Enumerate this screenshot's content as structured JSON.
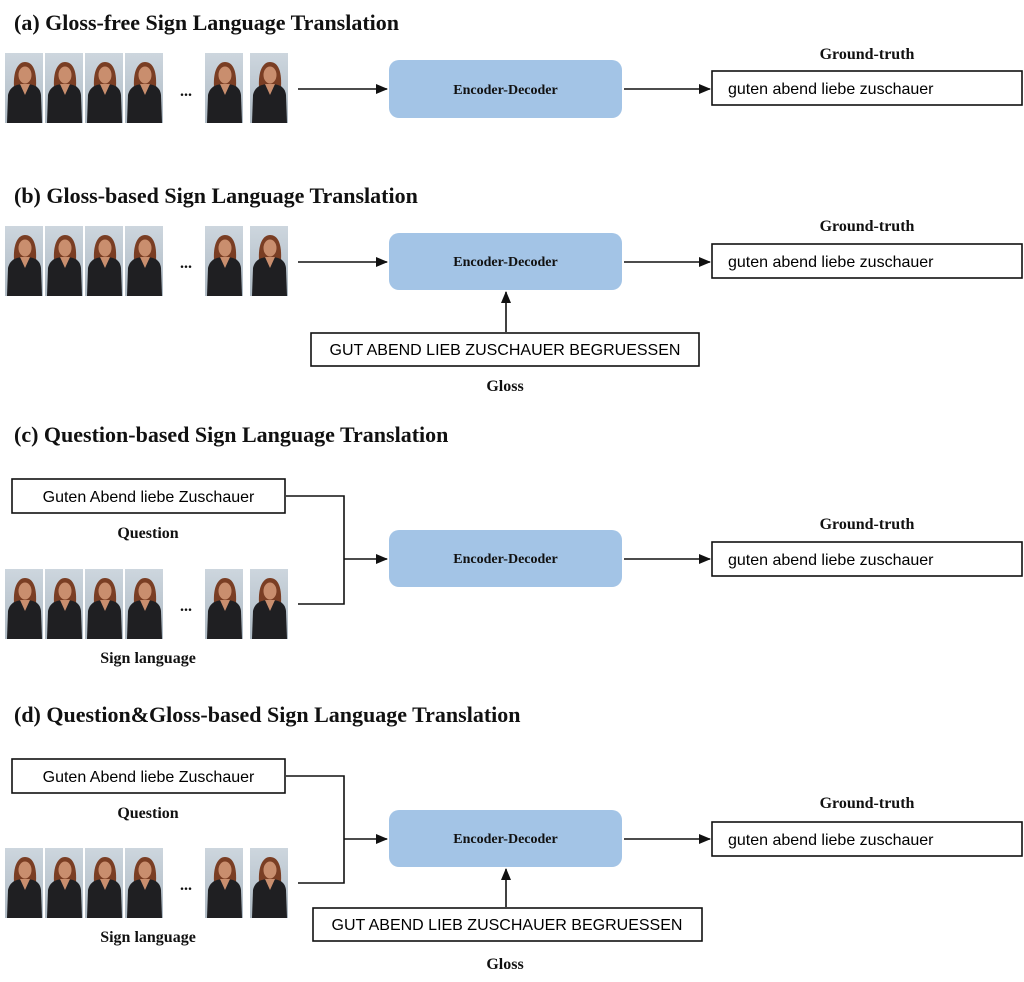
{
  "colors": {
    "encoder_fill": "#a3c4e6",
    "frame_bg": "#bfcad3",
    "person_dark": "#1f1f22",
    "skin": "#c98e6e",
    "hair": "#7a3e24"
  },
  "encoder_label": "Encoder-Decoder",
  "ellipsis": "...",
  "panels": [
    {
      "title": "(a) Gloss-free Sign Language Translation",
      "ground_truth_label": "Ground-truth",
      "output_text": "guten abend liebe zuschauer"
    },
    {
      "title": "(b) Gloss-based Sign Language Translation",
      "ground_truth_label": "Ground-truth",
      "output_text": "guten abend liebe zuschauer",
      "gloss_text": "GUT ABEND LIEB ZUSCHAUER BEGRUESSEN",
      "gloss_label": "Gloss"
    },
    {
      "title": "(c) Question-based Sign Language Translation",
      "ground_truth_label": "Ground-truth",
      "output_text": "guten abend liebe zuschauer",
      "question_text": "Guten Abend liebe Zuschauer",
      "question_label": "Question",
      "sign_label": "Sign language"
    },
    {
      "title": "(d) Question&Gloss-based Sign Language Translation",
      "ground_truth_label": "Ground-truth",
      "output_text": "guten abend liebe zuschauer",
      "question_text": "Guten Abend liebe Zuschauer",
      "question_label": "Question",
      "sign_label": "Sign language",
      "gloss_text": "GUT ABEND LIEB ZUSCHAUER BEGRUESSEN",
      "gloss_label": "Gloss"
    }
  ]
}
